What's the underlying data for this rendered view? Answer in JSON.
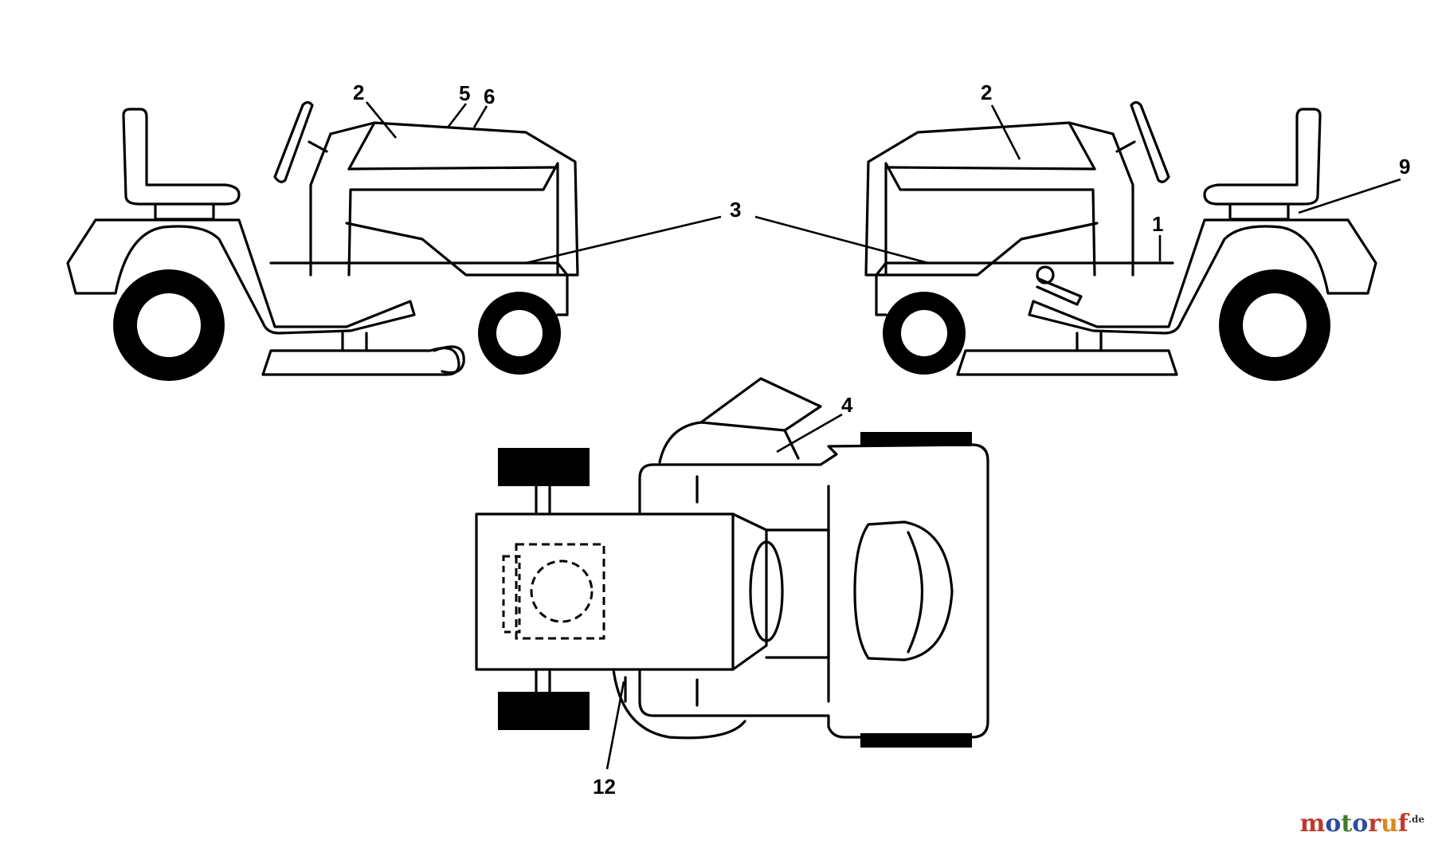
{
  "diagram": {
    "callouts": [
      "2",
      "5",
      "6",
      "3",
      "2",
      "9",
      "1",
      "4",
      "12"
    ]
  },
  "watermark": {
    "letters": [
      "m",
      "o",
      "t",
      "o",
      "r",
      "u",
      "f"
    ],
    "colors": [
      "#c0392b",
      "#2e4a9e",
      "#3f7a2e",
      "#2e4a9e",
      "#c0392b",
      "#d98b1a",
      "#c0392b"
    ],
    "tld": ".de"
  }
}
